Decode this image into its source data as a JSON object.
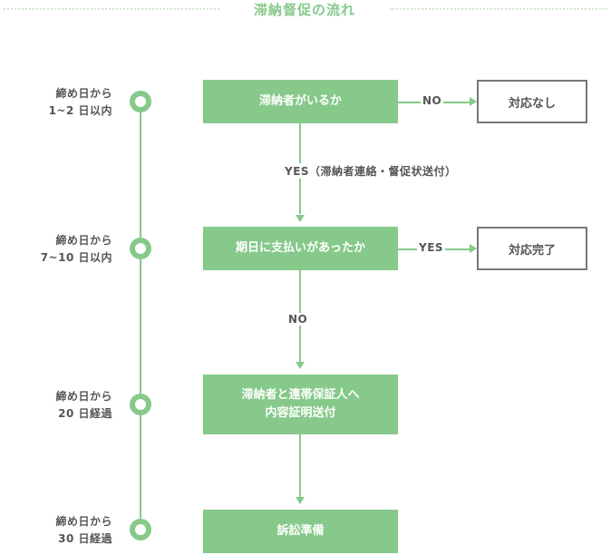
{
  "title": "滞納督促の流れ",
  "timeline": [
    {
      "line1": "締め日から",
      "line2": "1~2 日以内"
    },
    {
      "line1": "締め日から",
      "line2": "7~10 日以内"
    },
    {
      "line1": "締め日から",
      "line2": "20 日経過"
    },
    {
      "line1": "締め日から",
      "line2": "30 日経過"
    }
  ],
  "steps": [
    {
      "line1": "滞納者がいるか",
      "line2": ""
    },
    {
      "line1": "期日に支払いがあったか",
      "line2": ""
    },
    {
      "line1": "滞納者と連帯保証人へ",
      "line2": "内容証明送付"
    },
    {
      "line1": "訴訟準備",
      "line2": ""
    }
  ],
  "outcomes": [
    "対応なし",
    "対応完了"
  ],
  "edges": {
    "step1_no": "NO",
    "step1_yes": "YES（滞納者連絡・督促状送付）",
    "step2_yes": "YES",
    "step2_no": "NO"
  },
  "colors": {
    "accent": "#86c98a",
    "border": "#777777",
    "text": "#555555"
  }
}
